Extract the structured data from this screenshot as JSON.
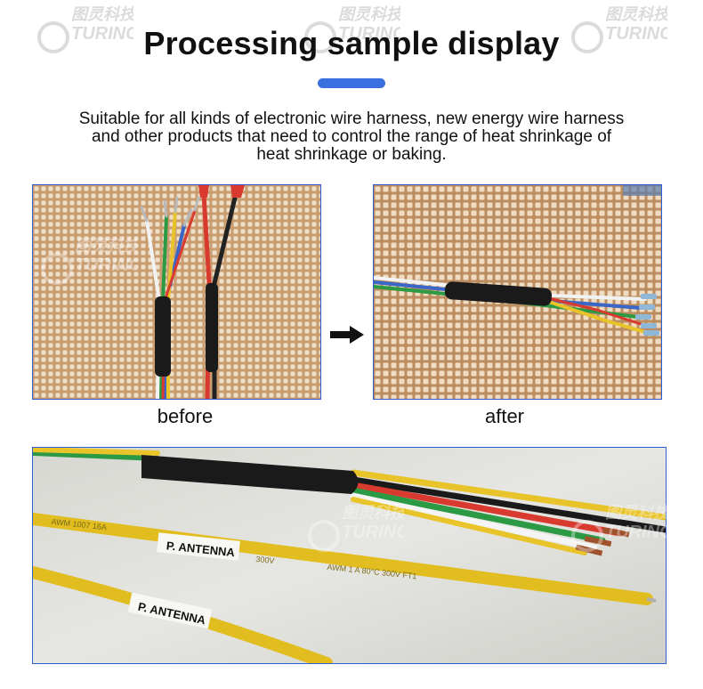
{
  "header": {
    "title": "Processing sample display",
    "subtitle_lines": [
      "Suitable for all kinds of electronic wire harness, new energy wire harness",
      "and other products that need to control the range of heat shrinkage of",
      "heat shrinkage or baking."
    ]
  },
  "comparison": {
    "before_label": "before",
    "after_label": "after"
  },
  "watermark": {
    "brand_cn": "图灵科技",
    "brand_en": "TURING"
  },
  "bottom_photo": {
    "label_text": "P. ANTENNA",
    "cable_print_1": "AWM 1007 16A",
    "cable_print_2": "300V",
    "cable_print_3": "AWM 1 A 80°C 300V FT1"
  },
  "colors": {
    "accent": "#3b6fe0",
    "photo_border": "#2f5fd0",
    "mesh_bg": "#d8b48a",
    "wire_yellow": "#e8c42a",
    "heat_shrink": "#1a1a1a"
  }
}
